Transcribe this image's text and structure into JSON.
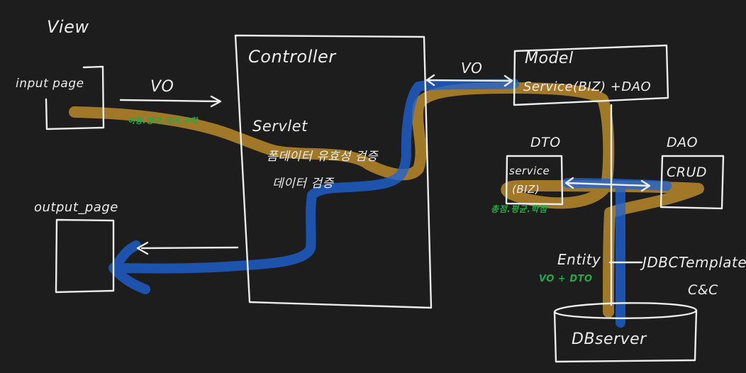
{
  "labels": {
    "view": "View",
    "input_page": "input page",
    "output_page": "output_page",
    "vo_left": "VO",
    "vo_left_note": "이동.영어.국어.수학",
    "controller": "Controller",
    "servlet": "Servlet",
    "servlet_line1": "폼데이터 유효성 검증",
    "servlet_line2": "데이터 검증",
    "vo_right": "VO",
    "model": "Model",
    "model_service": "Service(BIZ) +DAO",
    "dto_title": "DTO",
    "dto_line1": "service",
    "dto_line2": "(BIZ)",
    "dto_note": "총점.평균.학점",
    "dao_title": "DAO",
    "dao_body": "CRUD",
    "entity": "Entity",
    "entity_note": "VO + DTO",
    "jdbc": "JDBCTemplate",
    "cc": "C&C",
    "db": "DBserver"
  },
  "colors": {
    "background": "#1d1d1d",
    "ink": "#ececec",
    "orange_highlight": "#d49a2c",
    "blue_highlight": "#1f63d6",
    "green_note": "#23a84a"
  }
}
